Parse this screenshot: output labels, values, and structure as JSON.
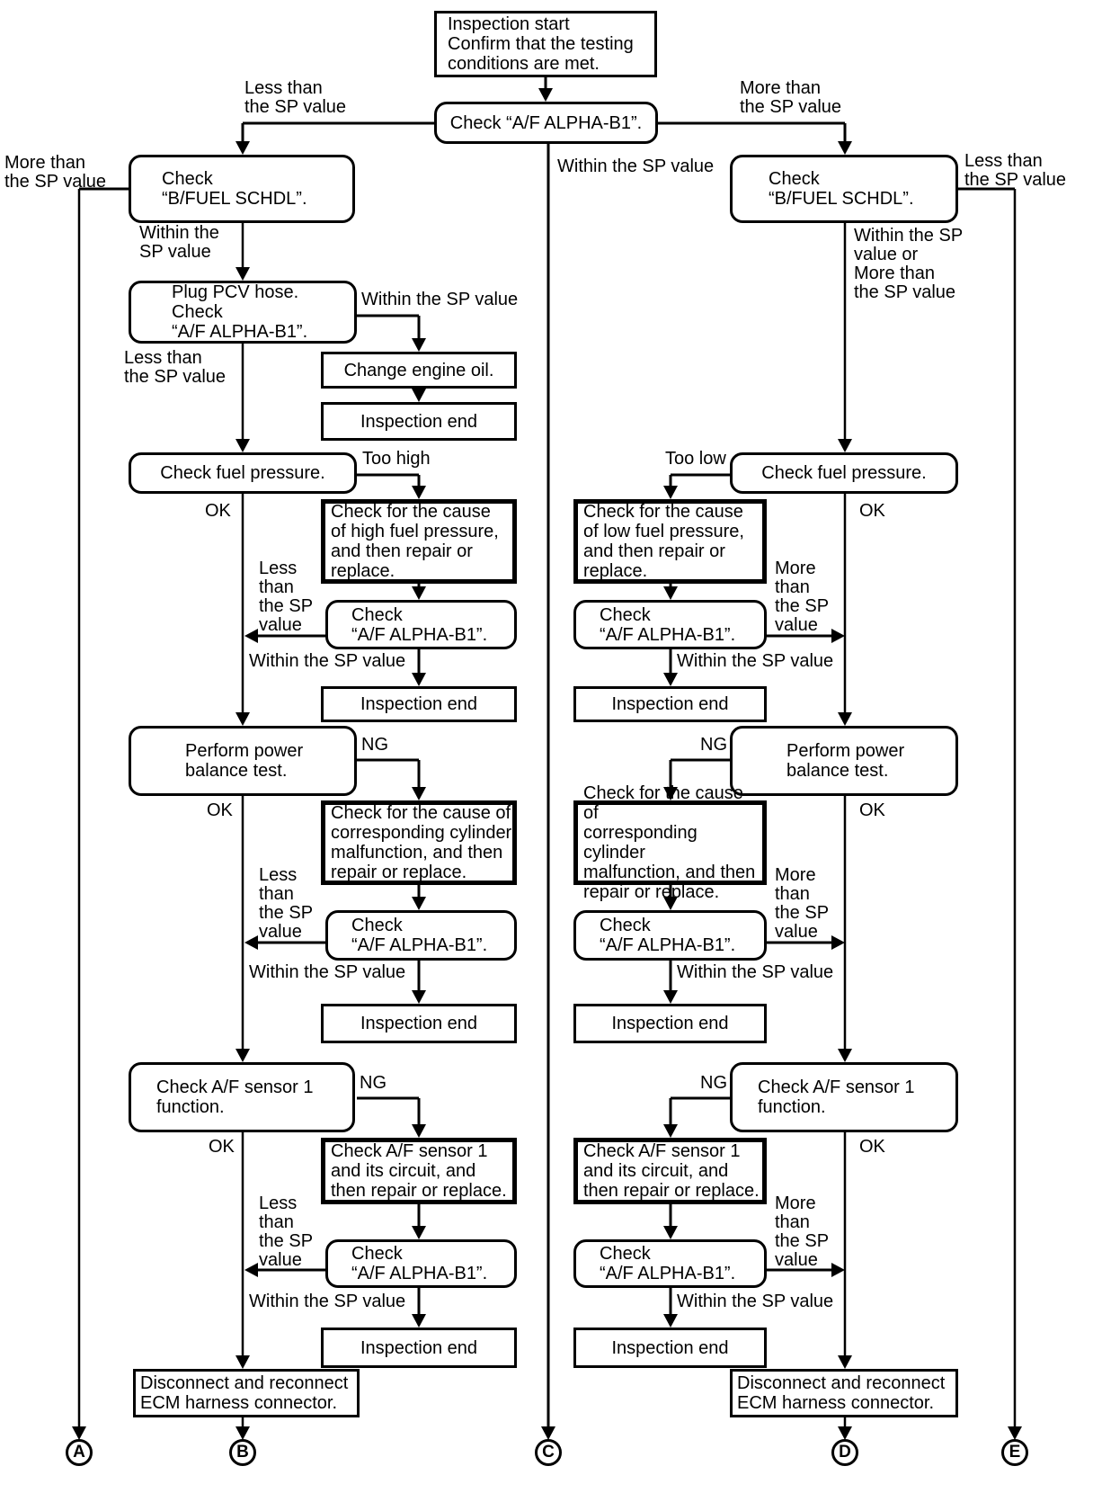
{
  "nodes": {
    "inspection_start": "Inspection start\nConfirm that the testing\nconditions are met.",
    "check_af_alpha": "Check “A/F ALPHA-B1”.",
    "check_bfuel_schdl": "Check\n“B/FUEL SCHDL”.",
    "plug_pcv": "Plug PCV hose.\nCheck\n“A/F ALPHA-B1”.",
    "change_engine_oil": "Change engine oil.",
    "inspection_end": "Inspection end",
    "check_fuel_pressure": "Check fuel pressure.",
    "cause_high_fuel": "Check for the cause\nof high fuel pressure,\nand then repair or\nreplace.",
    "cause_low_fuel": "Check for the cause\nof low fuel pressure,\nand then repair or\nreplace.",
    "check_af_alpha_small": "Check\n“A/F ALPHA-B1”.",
    "power_balance": "Perform power\nbalance test.",
    "cause_cylinder": "Check for the cause of\ncorresponding cylinder\nmalfunction, and then\nrepair or replace.",
    "check_af_sensor": "Check A/F sensor 1\nfunction.",
    "af_sensor_circuit": "Check A/F sensor 1\nand its circuit, and\nthen repair or replace.",
    "ecm_harness": "Disconnect and reconnect\nECM harness connector."
  },
  "edge_labels": {
    "less_than_sp": "Less than\nthe SP value",
    "more_than_sp": "More than\nthe SP value",
    "within_sp": "Within the SP value",
    "within_sp_2line": "Within the\nSP value",
    "within_or_more": "Within the SP\nvalue or\nMore than\nthe SP value",
    "less_than_sp_4line": "Less\nthan\nthe SP\nvalue",
    "more_than_sp_4line": "More\nthan\nthe SP\nvalue",
    "too_high": "Too high",
    "too_low": "Too low",
    "ok": "OK",
    "ng": "NG"
  },
  "connectors": {
    "a": "A",
    "b": "B",
    "c": "C",
    "d": "D",
    "e": "E"
  }
}
